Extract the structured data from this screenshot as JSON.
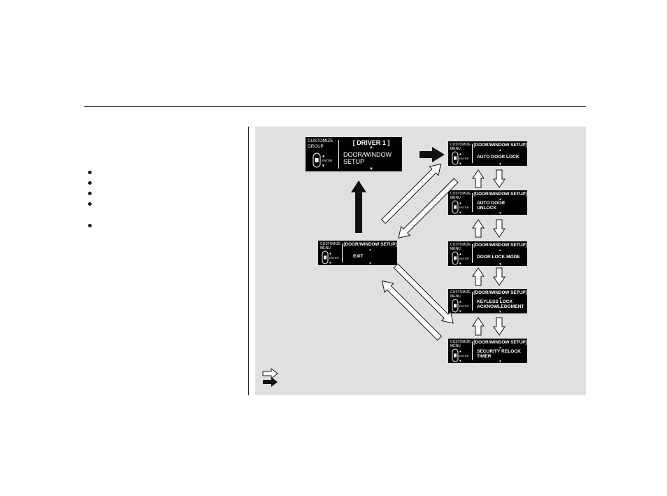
{
  "screens": {
    "driver": {
      "group": "CUSTOMIZE\nGROUP",
      "header": "[ DRIVER 1 ]",
      "item": "DOOR/WINDOW\nSETUP",
      "enter": "ENTER"
    },
    "auto_door_lock": {
      "group": "CUSTOMIZE\nMENU",
      "header": "[DOOR/WINDOW SETUP]",
      "item": "AUTO DOOR LOCK",
      "enter": "ENTER"
    },
    "auto_door_unlock": {
      "group": "CUSTOMIZE\nMENU",
      "header": "[DOOR/WINDOW SETUP]",
      "item": "AUTO DOOR\nUNLOCK",
      "enter": "ENTER"
    },
    "door_lock_mode": {
      "group": "CUSTOMIZE\nMENU",
      "header": "[DOOR/WINDOW SETUP]",
      "item": "DOOR LOCK MODE",
      "enter": "ENTER"
    },
    "keyless_lock": {
      "group": "CUSTOMIZE\nMENU",
      "header": "[DOOR/WINDOW SETUP]",
      "item": "KEYLESS LOCK\nACKNOWLEDGMENT",
      "enter": "ENTER"
    },
    "security_relock": {
      "group": "CUSTOMIZE\nMENU",
      "header": "[DOOR/WINDOW SETUP]",
      "item": "SECURITY RELOCK\nTIMER",
      "enter": "ENTER"
    },
    "exit": {
      "group": "CUSTOMIZE\nMENU",
      "header": "[DOOR/WINDOW SETUP]",
      "item": "EXIT",
      "enter": "ENTER"
    }
  },
  "glyphs": {
    "up": "▲",
    "down": "▼"
  },
  "colors": {
    "panel": "#e0e0e0",
    "screen": "#000000",
    "text": "#ffffff"
  }
}
